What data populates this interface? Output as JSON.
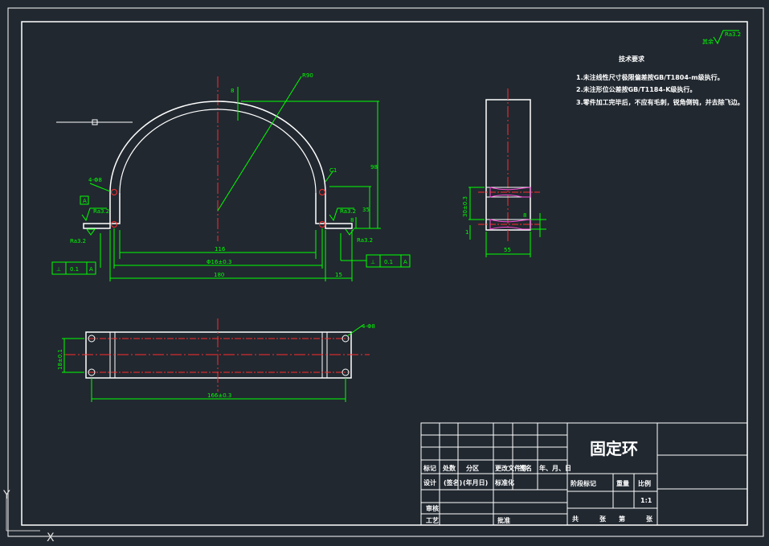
{
  "ucs": {
    "x_label": "X",
    "y_label": "Y"
  },
  "roughness_global": {
    "prefix": "其余",
    "value": "Ra3.2"
  },
  "technical_requirements": {
    "title": "技术要求",
    "items": [
      "1.未注线性尺寸极限偏差按GB/T1804-m级执行。",
      "2.未注形位公差按GB/T1184-K级执行。",
      "3.零件加工完毕后，不应有毛刺，锐角倒钝，并去除飞边。"
    ]
  },
  "front_view": {
    "dims": {
      "radius": "R90",
      "thickness": "8",
      "height_total": "98",
      "height_center": "35",
      "height_tab": "8",
      "inner_width": "116",
      "hole_spacing": "Φ16±0.3",
      "overall_width": "180",
      "tab_width": "15",
      "hole_callout": "4-Φ8",
      "chamfer": "C1"
    },
    "roughness_left": "Ra3.2",
    "roughness_right": "Ra3.2",
    "roughness_bottom_left": "Ra3.2",
    "roughness_bottom_right": "Ra3.2",
    "datum": "A",
    "perp_left": {
      "symbol": "⊥",
      "value": "0.1",
      "datum": "A"
    },
    "perp_right": {
      "symbol": "⊥",
      "value": "0.1",
      "datum": "A"
    }
  },
  "side_view": {
    "dims": {
      "hole_height": "30±0.3",
      "base": "1",
      "offset": "8",
      "width": "55"
    }
  },
  "top_view": {
    "dims": {
      "depth": "18±0.1",
      "length": "166±0.3",
      "hole_callout": "4-Φ8"
    }
  },
  "title_block": {
    "part_name": "固定环",
    "scale": "1:1",
    "row_labels": [
      "标记",
      "处数",
      "分区",
      "更改文件号",
      "签名",
      "年、月、日"
    ],
    "row_design": [
      "设计",
      "标准化",
      "阶段标记",
      "重量",
      "比例"
    ],
    "row_design_left": [
      "设计",
      "(签名)",
      "(年月日)"
    ],
    "row_check": "审核",
    "row_process": "工艺",
    "row_approve": "批准",
    "footer": [
      "共",
      "张",
      "第",
      "张"
    ]
  },
  "colors": {
    "background": "#212830",
    "outline": "#ffffff",
    "dimension": "#00ff00",
    "centerline": "#ff2d2d"
  }
}
